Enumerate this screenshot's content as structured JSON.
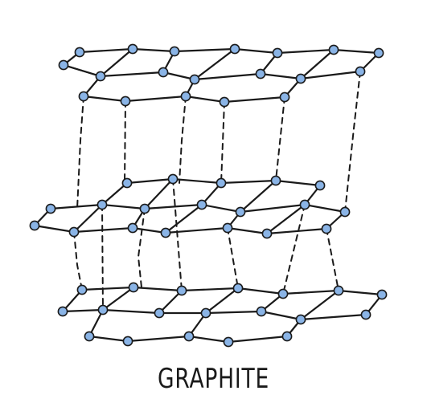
{
  "caption": "GRAPHITE",
  "structure": {
    "subject": "graphite",
    "layer_count": 3,
    "atom_color": "#8ab4e6",
    "line_color": "#1a1a1a",
    "interlayer_bond_style": "dashed"
  }
}
